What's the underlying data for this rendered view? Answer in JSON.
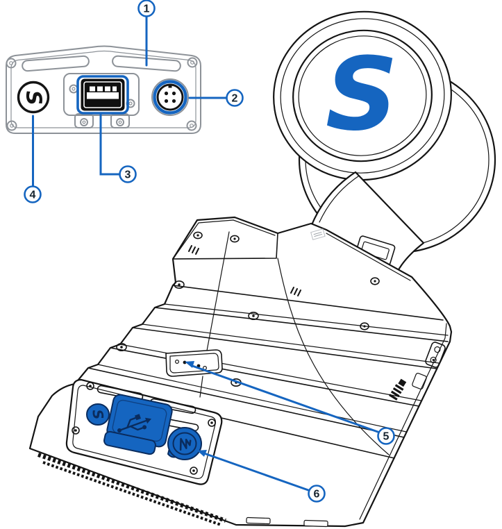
{
  "figure": {
    "kind": "exploded-parts-diagram",
    "views": {
      "front_panel_view": "device front panel close-up",
      "antenna_view": "dome antenna with brand logo",
      "terminal_view": "isometric terminal body"
    }
  },
  "logo": {
    "letter": "S"
  },
  "callouts": [
    {
      "number": "1"
    },
    {
      "number": "2"
    },
    {
      "number": "3"
    },
    {
      "number": "4"
    },
    {
      "number": "5"
    },
    {
      "number": "6"
    }
  ],
  "colors": {
    "accent": "#1565c0",
    "ink": "#141414",
    "panel_gray": "#8d9298",
    "navy_detail": "#0a2c5e",
    "background": "#ffffff"
  },
  "icons": {
    "antenna_logo": "s-logo",
    "power_button_front": "s-swirl-icon",
    "power_button_iso": "s-swirl-icon",
    "usb_flap": "usb-icon",
    "power_inlet_cap": "pulse-icon",
    "status_leds": "led-dots",
    "callout_pointer": "arrowhead-icon"
  }
}
